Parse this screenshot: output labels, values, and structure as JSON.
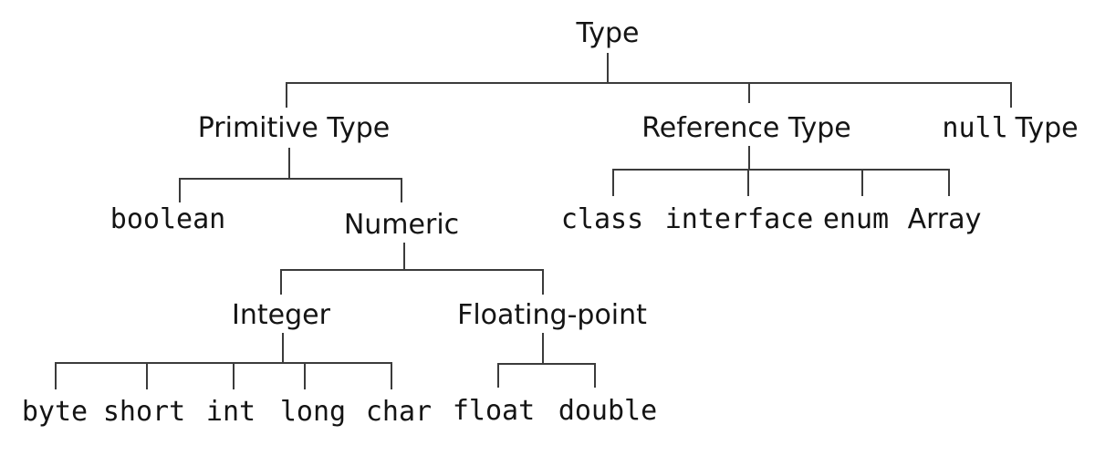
{
  "colors": {
    "line": "#3b3b3b",
    "text": "#141414",
    "background": "#ffffff"
  },
  "nodes": {
    "type": "Type",
    "primitive_type": "Primitive Type",
    "reference_type": "Reference Type",
    "null_type_keyword": "null",
    "null_type_suffix": "Type",
    "boolean": "boolean",
    "numeric": "Numeric",
    "class": "class",
    "interface": "interface",
    "enum": "enum",
    "array": "Array",
    "integer": "Integer",
    "floating_point": "Floating-point",
    "byte": "byte",
    "short": "short",
    "int": "int",
    "long": "long",
    "char": "char",
    "float": "float",
    "double": "double"
  },
  "hierarchy": {
    "Type": [
      "Primitive Type",
      "Reference Type",
      "null Type"
    ],
    "Primitive Type": [
      "boolean",
      "Numeric"
    ],
    "Reference Type": [
      "class",
      "interface",
      "enum",
      "Array"
    ],
    "Numeric": [
      "Integer",
      "Floating-point"
    ],
    "Integer": [
      "byte",
      "short",
      "int",
      "long",
      "char"
    ],
    "Floating-point": [
      "float",
      "double"
    ]
  }
}
